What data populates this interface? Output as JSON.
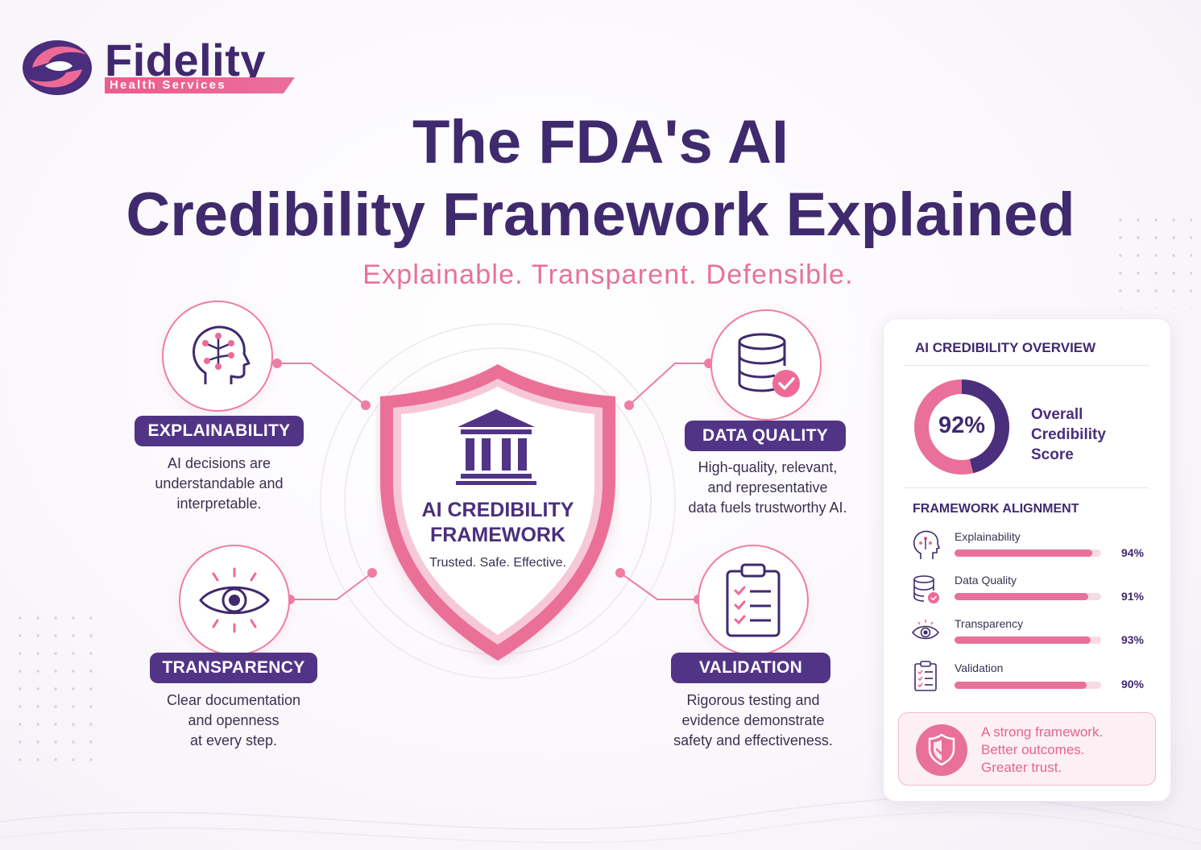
{
  "brand": {
    "name": "Fidelity",
    "subtitle": "Health Services"
  },
  "title": {
    "line1": "The FDA's AI",
    "line2": "Credibility Framework Explained"
  },
  "tagline": "Explainable. Transparent. Defensible.",
  "shield": {
    "title_line1": "AI CREDIBILITY",
    "title_line2": "FRAMEWORK",
    "subtitle": "Trusted. Safe. Effective."
  },
  "pillars": {
    "explainability": {
      "label": "EXPLAINABILITY",
      "desc_line1": "AI decisions are",
      "desc_line2": "understandable and",
      "desc_line3": "interpretable.",
      "icon": "head-network-icon"
    },
    "data_quality": {
      "label": "DATA QUALITY",
      "desc_line1": "High-quality, relevant,",
      "desc_line2": "and representative",
      "desc_line3": "data fuels trustworthy AI.",
      "icon": "database-check-icon"
    },
    "transparency": {
      "label": "TRANSPARENCY",
      "desc_line1": "Clear documentation",
      "desc_line2": "and openness",
      "desc_line3": "at every step.",
      "icon": "eye-icon"
    },
    "validation": {
      "label": "VALIDATION",
      "desc_line1": "Rigorous testing and",
      "desc_line2": "evidence demonstrate",
      "desc_line3": "safety and effectiveness.",
      "icon": "clipboard-checklist-icon"
    }
  },
  "overview": {
    "heading": "AI CREDIBILITY OVERVIEW",
    "score_value": 0.92,
    "score_text": "92%",
    "score_label_line1": "Overall",
    "score_label_line2": "Credibility",
    "score_label_line3": "Score",
    "alignment_heading": "FRAMEWORK ALIGNMENT",
    "metrics": [
      {
        "name": "Explainability",
        "value": 0.94,
        "text": "94%",
        "icon": "head-network-icon"
      },
      {
        "name": "Data Quality",
        "value": 0.91,
        "text": "91%",
        "icon": "database-check-icon"
      },
      {
        "name": "Transparency",
        "value": 0.93,
        "text": "93%",
        "icon": "eye-icon"
      },
      {
        "name": "Validation",
        "value": 0.9,
        "text": "90%",
        "icon": "clipboard-checklist-icon"
      }
    ],
    "callout_line1": "A strong framework.",
    "callout_line2": "Better outcomes.",
    "callout_line3": "Greater trust.",
    "callout_icon": "shield-check-icon"
  },
  "colors": {
    "purple": "#3f2a6e",
    "pill_purple": "#523486",
    "pink": "#e9709a",
    "pink_light": "#f4dbe4"
  }
}
